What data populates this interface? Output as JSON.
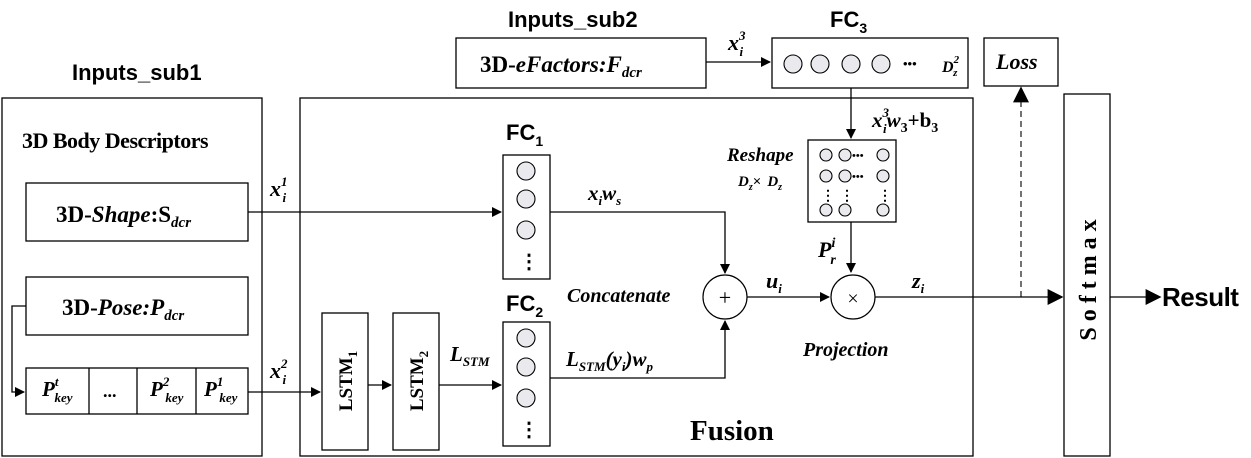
{
  "labels": {
    "inputs_sub1": "Inputs_sub1",
    "inputs_sub2": "Inputs_sub2",
    "body_descriptors": "3D Body Descriptors",
    "fusion": "Fusion",
    "result": "Result",
    "softmax": "Softmax",
    "loss": "Loss",
    "concatenate": "Concatenate",
    "projection": "Projection",
    "reshape": "Reshape"
  },
  "inputs": {
    "efactors_prefix": "3D-",
    "efactors_italic": "eFactors:F",
    "efactors_sub": "dcr",
    "shape_prefix": "3D-",
    "shape_italic": "Shape",
    "shape_mid": ":S",
    "shape_sub": "dcr",
    "pose_prefix": "3D-",
    "pose_italic": "Pose:P",
    "pose_sub": "dcr",
    "keys": [
      {
        "base": "P",
        "sup": "t",
        "sub": "key"
      },
      {
        "base": "...",
        "sup": "",
        "sub": ""
      },
      {
        "base": "P",
        "sup": "2",
        "sub": "key"
      },
      {
        "base": "P",
        "sup": "1",
        "sub": "key"
      }
    ]
  },
  "layers": {
    "fc1": {
      "base": "FC",
      "sub": "1"
    },
    "fc2": {
      "base": "FC",
      "sub": "2"
    },
    "fc3": {
      "base": "FC",
      "sub": "3"
    },
    "lstm1": {
      "base": "LSTM",
      "sub": "1"
    },
    "lstm2": {
      "base": "LSTM",
      "sub": "2"
    }
  },
  "math": {
    "x_i1": {
      "base": "x",
      "sub": "i",
      "sup": "1"
    },
    "x_i2": {
      "base": "x",
      "sub": "i",
      "sup": "2"
    },
    "x_i3": {
      "base": "x",
      "sub": "i",
      "sup": "3"
    },
    "d_z2": {
      "base": "D",
      "sub": "z",
      "sup": "2"
    },
    "xiws": {
      "x": "x",
      "i": "i",
      "w": "w",
      "s": "s"
    },
    "lstm_label": {
      "base": "L",
      "sub": "STM"
    },
    "lstm_proj": {
      "l": "L",
      "stm": "STM",
      "arg": "(y",
      "i": "i",
      "close": ")w",
      "p": "p"
    },
    "fc3_out": {
      "x": "x",
      "i": "i",
      "sup": "3",
      "w": "w",
      "three": "3",
      "plus": "+b",
      "bsub": "3"
    },
    "reshape_dims": {
      "d1": "D",
      "z1": "z",
      "times": "×",
      "d2": "D",
      "z2": "z"
    },
    "p_r": {
      "base": "P",
      "sub": "r",
      "sup": "i"
    },
    "u_i": {
      "base": "u",
      "sub": "i"
    },
    "z_i": {
      "base": "z",
      "sub": "i"
    },
    "plus_op": "+",
    "times_op": "×",
    "vdots": "⋮",
    "ellipsis": "•••"
  }
}
